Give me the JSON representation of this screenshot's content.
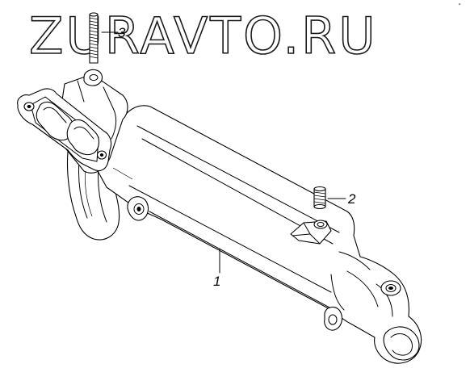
{
  "watermark": {
    "text": "ZURAVTO.RU"
  },
  "corner_mark": {
    "text": "ᵖ"
  },
  "callouts": [
    {
      "id": "1",
      "label": "1"
    },
    {
      "id": "2",
      "label": "2"
    },
    {
      "id": "3",
      "label": "3"
    }
  ],
  "colors": {
    "background": "#ffffff",
    "line": "#000000"
  }
}
